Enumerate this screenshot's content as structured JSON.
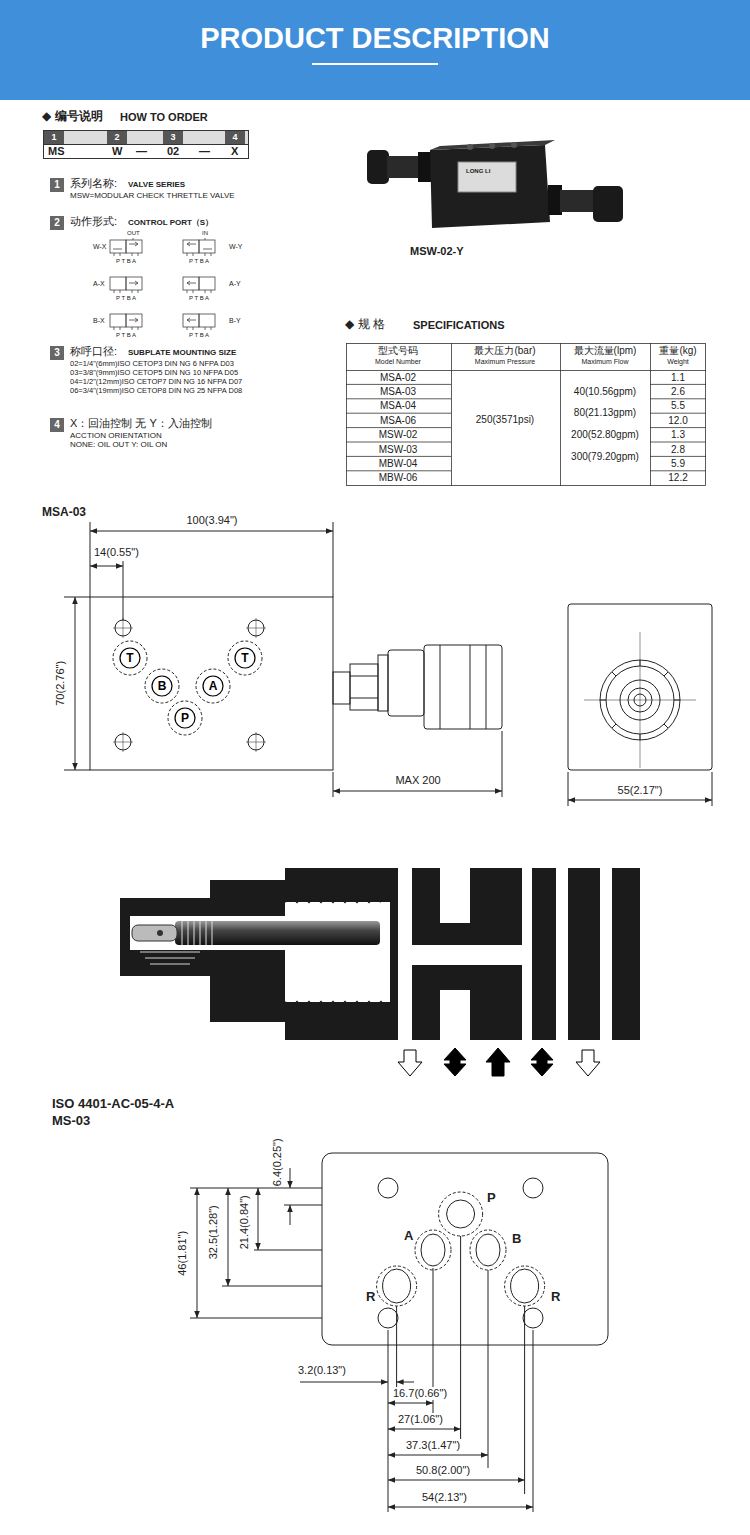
{
  "diagram": {
    "title": "PRODUCT DESCRIPTION",
    "nodes": [
      {
        "text": [
          "1"
        ]
      },
      {
        "text": [
          "2"
        ]
      },
      {
        "text": [
          "3"
        ]
      },
      {
        "text": [
          "4"
        ]
      },
      {
        "text": [
          "1"
        ]
      },
      {
        "text": [
          "2"
        ]
      },
      {
        "text": [
          "3"
        ]
      },
      {
        "text": [
          "4"
        ]
      },
      {
        "text": [
          "T"
        ]
      },
      {
        "text": [
          "B"
        ]
      },
      {
        "text": [
          "A"
        ]
      },
      {
        "text": [
          "T"
        ]
      },
      {
        "text": [
          "P"
        ]
      }
    ],
    "labels": [
      "◆ 编号说明",
      "HOW TO ORDER",
      "MS",
      "W",
      "—",
      "02",
      "—",
      "X",
      "系列名称:",
      "VALVE SERIES",
      "MSW=MODULAR CHECK THRETTLE VALVE",
      "动作形式:",
      "CONTROL PORT（S）",
      "W-X",
      "OUT",
      "P T B A",
      "IN",
      "W-Y",
      "P T B A",
      "A-X",
      "P T B A",
      "A-Y",
      "P T B A",
      "B-X",
      "P T B A",
      "B-Y",
      "P T B A",
      "称呼口径:",
      "SUBPLATE MOUNTING SIZE",
      "02=1/4\"(6mm)ISO CETOP3 DIN NG 6 NFPA D03",
      "03=3/8\"(9mm)ISO CETOP5 DIN NG 10 NFPA D05",
      "04=1/2\"(12mm)ISO CETOP7 DIN NG 16 NFPA D07",
      "06=3/4\"(19mm)ISO CETOP8 DIN NG 25 NFPA D08",
      "X：回油控制 无 Y：入油控制",
      "ACCTION ORIENTATION",
      "NONE: OIL OUT Y: OIL ON",
      "LONG LI",
      "MSW-02-Y",
      "◆ 规 格",
      "SPECIFICATIONS",
      "型式号码",
      "Model Number",
      "最大压力(bar)",
      "Maximum Pressure",
      "最大流量(lpm)",
      "Maximum Flow",
      "重量(kg)",
      "Weight",
      "MSA-02",
      "MSA-03",
      "MSA-04",
      "MSA-06",
      "MSW-02",
      "MSW-03",
      "MBW-04",
      "MBW-06",
      "250(3571psi)",
      "40(10.56gpm)",
      "80(21.13gpm)",
      "200(52.80gpm)",
      "300(79.20gpm)",
      "1.1",
      "2.6",
      "5.5",
      "12.0",
      "1.3",
      "2.8",
      "5.9",
      "12.2",
      "MSA-03",
      "100(3.94\")",
      "14(0.55\")",
      "70(2.76\")",
      "MAX 200",
      "55(2.17\")",
      "ISO 4401-AC-05-4-A",
      "MS-03",
      "6.4(0.25\")",
      "32.5(1.28\")",
      "21.4(0.84\")",
      "46(1.81\")",
      "P",
      "A",
      "B",
      "R",
      "R",
      "3.2(0.13\")",
      "16.7(0.66\")",
      "27(1.06\")",
      "37.3(1.47\")",
      "50.8(2.00\")",
      "54(2.13\")"
    ]
  }
}
